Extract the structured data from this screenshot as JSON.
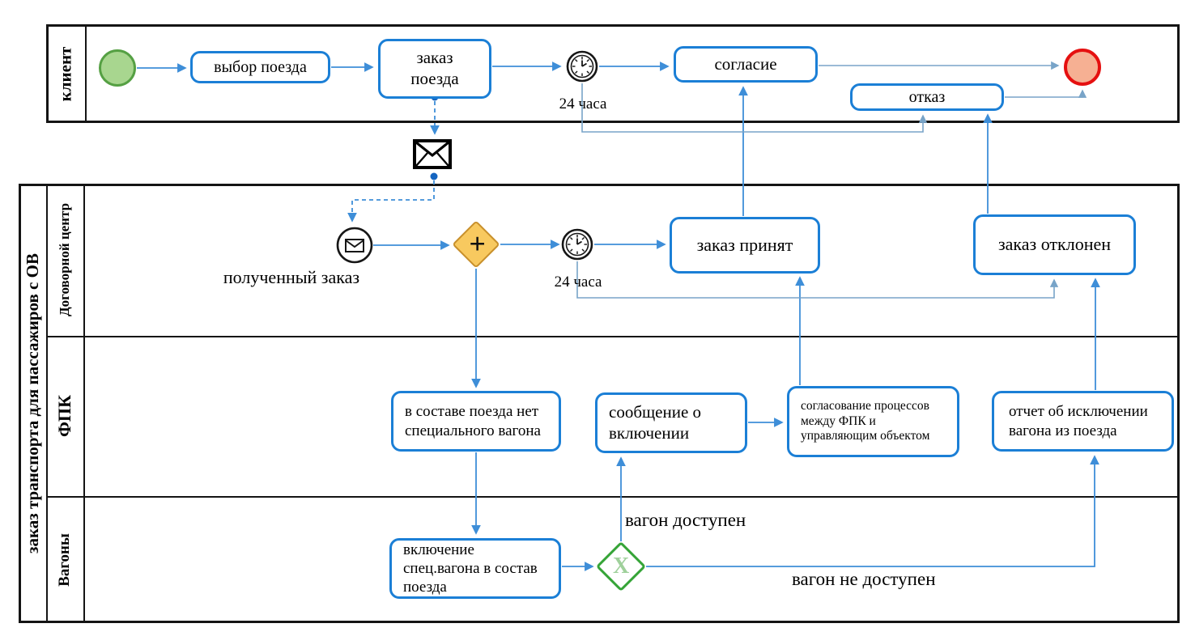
{
  "pools": {
    "client": {
      "label": "клиент"
    },
    "main": {
      "label": "заказ транспорта для пассажиров с ОВ",
      "lanes": {
        "center": "Договорной центр",
        "fpk": "ФПК",
        "wagons": "Вагоны"
      }
    }
  },
  "nodes": {
    "select_train": "выбор поезда",
    "order_train": "заказ поезда",
    "consent": "согласие",
    "refusal": "отказ",
    "order_accepted": "заказ принят",
    "order_rejected": "заказ отклонен",
    "no_special_car": "в составе поезда нет специального вагона",
    "inclusion_message": "сообщение о включении",
    "process_alignment": "согласование процессов между ФПК и управляющим объектом",
    "exclusion_report": "отчет об исключении вагона из поезда",
    "include_car": "включение спец.вагона в состав поезда"
  },
  "edge_labels": {
    "timer_client": "24 часа",
    "timer_center": "24 часа",
    "received_order": "полученный заказ",
    "car_available": "вагон доступен",
    "car_not_available": "вагон не доступен"
  },
  "glyphs": {
    "parallel": "+",
    "exclusive": "X"
  },
  "colors": {
    "start_fill": "#a8d68f",
    "start_border": "#55a043",
    "end_fill": "#f6b093",
    "end_border": "#e51010",
    "task_border": "#1b7fd6",
    "parallel_fill": "#f8c95f",
    "parallel_border": "#c8902c",
    "exclusive_border": "#35a437",
    "flow": "#3e8ed8",
    "flow_light": "#78a4c8"
  }
}
